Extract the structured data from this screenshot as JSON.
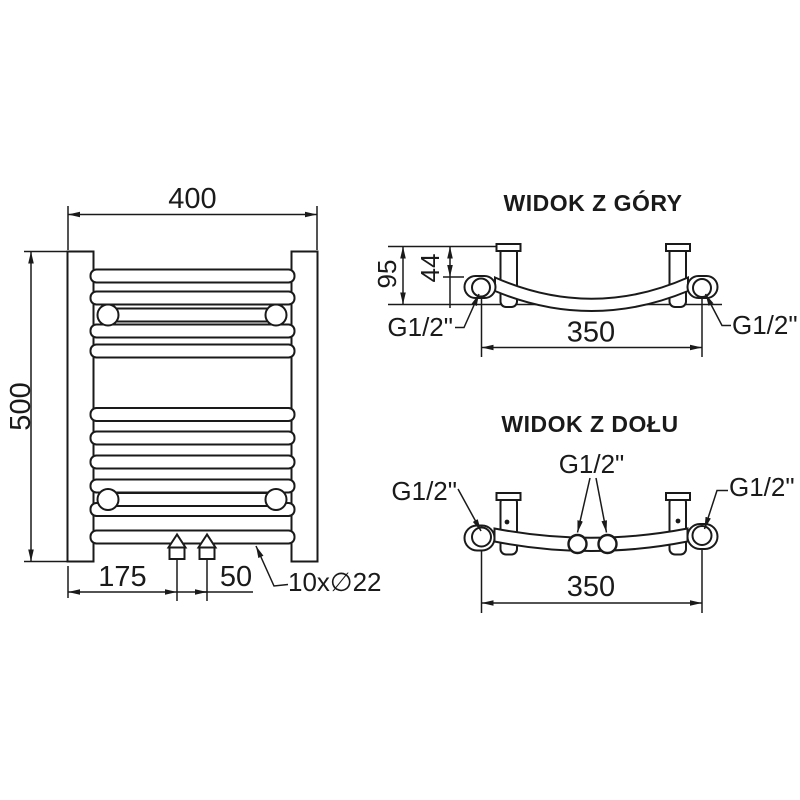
{
  "drawing": {
    "colors": {
      "line": "#1a1a1a",
      "background": "#ffffff"
    },
    "front_view": {
      "width_dim": "400",
      "height_dim": "500",
      "left_valve_offset_dim": "175",
      "valve_spacing_dim": "50",
      "tube_spec": "10x∅22"
    },
    "top_view": {
      "title": "WIDOK Z GÓRY",
      "depth_dim": "95",
      "axis_offset_dim": "44",
      "connection_span_dim": "350",
      "left_thread": "G1/2\"",
      "right_thread": "G1/2\""
    },
    "bottom_view": {
      "title": "WIDOK Z DOŁU",
      "center_thread": "G1/2\"",
      "left_thread": "G1/2\"",
      "right_thread": "G1/2\"",
      "connection_span_dim": "350"
    }
  }
}
